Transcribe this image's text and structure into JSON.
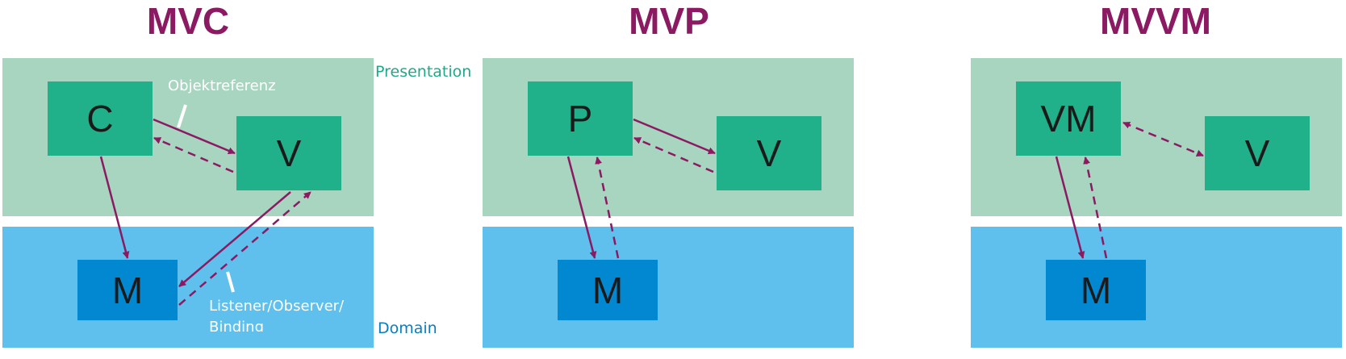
{
  "diagrams": {
    "mvc": {
      "title": "MVC",
      "controller": "C",
      "view": "V",
      "model": "M"
    },
    "mvp": {
      "title": "MVP",
      "presenter": "P",
      "view": "V",
      "model": "M"
    },
    "mvvm": {
      "title": "MVVM",
      "viewmodel": "VM",
      "view": "V",
      "model": "M"
    }
  },
  "labels": {
    "presentation": "Presentation",
    "domain": "Domain",
    "object_reference": "Objektreferenz",
    "listener_line1": "Listener/Observer/",
    "listener_line2": "Binding"
  },
  "colors": {
    "title": "#8b1a62",
    "presentation_layer": "#a8d5c0",
    "domain_layer": "#5fbfed",
    "presentation_box": "#20b08a",
    "domain_box": "#0288d1",
    "arrow": "#8b1a62"
  }
}
